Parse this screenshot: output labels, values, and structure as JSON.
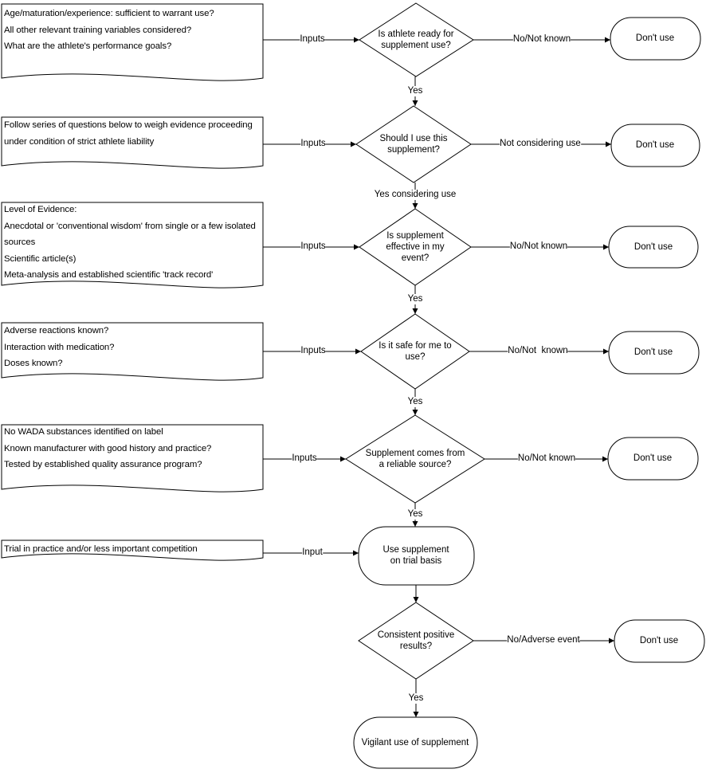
{
  "input_docs": [
    {
      "lines": [
        "Age/maturation/experience: sufficient to warrant use?",
        "All other relevant training variables considered?",
        "What are the athlete's performance goals?"
      ]
    },
    {
      "lines": [
        "Follow series of questions below to weigh evidence proceeding",
        "under condition of strict athlete liability"
      ]
    },
    {
      "lines": [
        "Level of Evidence:",
        "Anecdotal or 'conventional wisdom' from single or a few isolated",
        "sources",
        "Scientific article(s)",
        "Meta-analysis and established scientific 'track record'"
      ]
    },
    {
      "lines": [
        "Adverse reactions known?",
        "Interaction with medication?",
        "Doses known?"
      ]
    },
    {
      "lines": [
        "No WADA substances identified on label",
        "Known manufacturer with good history and practice?",
        "Tested by established quality assurance program?"
      ]
    },
    {
      "lines": [
        "Trial in practice and/or less important competition"
      ]
    }
  ],
  "decisions": [
    {
      "text": "Is athlete ready for\nsupplement use?"
    },
    {
      "text": "Should I use this\nsupplement?"
    },
    {
      "text": "Is supplement\neffective in my\nevent?"
    },
    {
      "text": "Is it safe for me to\nuse?"
    },
    {
      "text": "Supplement comes from\na reliable source?"
    },
    {
      "text": "Consistent positive\nresults?"
    }
  ],
  "process": {
    "trial": "Use supplement\non trial basis",
    "final": "Vigilant use of supplement"
  },
  "terminal_label": "Don't use",
  "input_labels": [
    "Inputs",
    "Inputs",
    "Inputs",
    "Inputs",
    "Inputs",
    "Input"
  ],
  "no_labels": [
    "No/Not known",
    "Not considering use",
    "No/Not known",
    "No/Not  known",
    "No/Not known",
    "No/Adverse event"
  ],
  "yes_labels": [
    "Yes",
    "Yes considering use",
    "Yes",
    "Yes",
    "Yes",
    "Yes"
  ]
}
